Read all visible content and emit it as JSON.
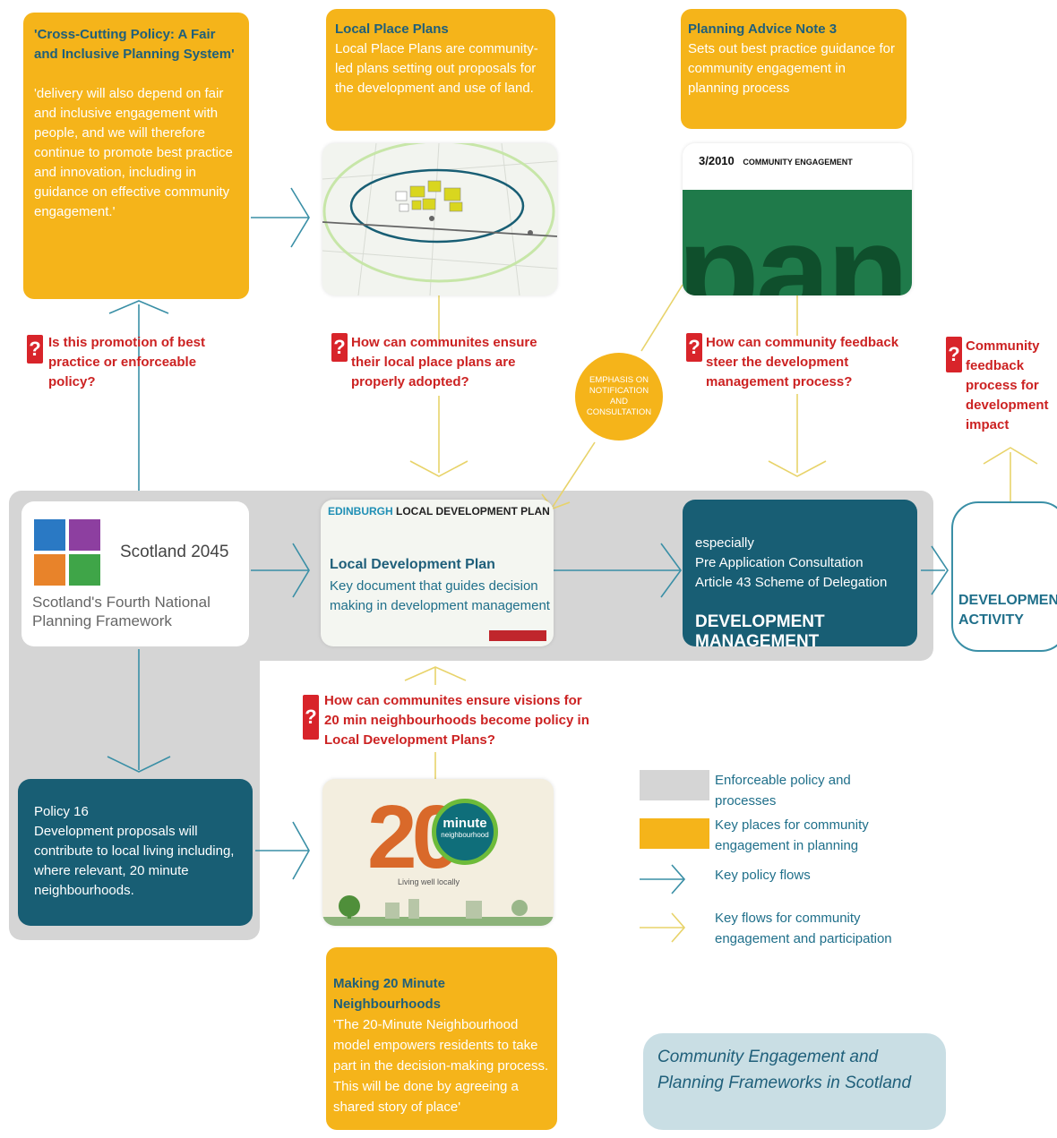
{
  "colors": {
    "yellow": "#f5b41a",
    "teal": "#185e74",
    "grey": "#d5d5d5",
    "red": "#cc2222",
    "arrow_policy": "#3a8fa6",
    "arrow_community": "#e8d36a",
    "title_bg": "#c9dee4"
  },
  "cross_cutting": {
    "title": "'Cross-Cutting Policy: A Fair and Inclusive Planning System'",
    "body": "'delivery will also depend on fair and inclusive engagement with people, and we will therefore continue to promote best practice and innovation, including in guidance on effective community engagement.'"
  },
  "local_place_plans": {
    "title": "Local Place Plans",
    "body": "Local Place Plans are community-led plans setting out proposals for the development and use of land."
  },
  "pan3": {
    "title": "Planning Advice Note 3",
    "body": "Sets out best practice guidance for community engagement in planning process",
    "cover_code": "3/2010",
    "cover_heading": "COMMUNITY ENGAGEMENT",
    "cover_word": "pan"
  },
  "questions": {
    "q1": "Is this promotion of best practice or enforceable policy?",
    "q2": "How can communites ensure their local place plans are properly adopted?",
    "q3": "How can community feedback steer the development management process?",
    "q4": "Community feedback process for development impact",
    "q5": "How can communites ensure visions for 20 min neighbourhoods become policy in Local Development Plans?"
  },
  "emphasis_circle": "EMPHASIS ON NOTIFICATION AND CONSULTATION",
  "npf4": {
    "title": "Scotland 2045",
    "subtitle": "Scotland's Fourth National Planning Framework"
  },
  "ldp": {
    "banner_city": "EDINBURGH",
    "banner_rest": "LOCAL DEVELOPMENT PLAN",
    "title": "Local Development Plan",
    "body": "Key document that guides decision making in development management"
  },
  "dev_management": {
    "line1": "especially",
    "line2": "Pre Application Consultation",
    "line3": "Article 43 Scheme of Delegation",
    "title": "DEVELOPMENT MANAGEMENT"
  },
  "dev_activity": "DEVELOPMENT ACTIVITY",
  "policy16": {
    "body": "Policy 16\nDevelopment proposals will contribute to local living including, where relevant, 20 minute neighbourhoods."
  },
  "twenty_min_image": {
    "number": "20",
    "word": "minute",
    "sub": "neighbourhood",
    "tagline": "Living well locally"
  },
  "making_20": {
    "title": "Making 20 Minute Neighbourhoods",
    "body": "'The 20-Minute Neighbourhood model empowers residents to take part in the decision-making process.\nThis will be done by agreeing a shared story of place'"
  },
  "legend": [
    {
      "label": "Enforceable policy and processes",
      "swatch": "grey"
    },
    {
      "label": "Key places for community engagement in planning",
      "swatch": "yellow"
    },
    {
      "label": "Key policy flows",
      "swatch": "arrow_policy"
    },
    {
      "label": "Key flows for community engagement and participation",
      "swatch": "arrow_community"
    }
  ],
  "diagram_title": "Community Engagement and Planning Frameworks in Scotland"
}
